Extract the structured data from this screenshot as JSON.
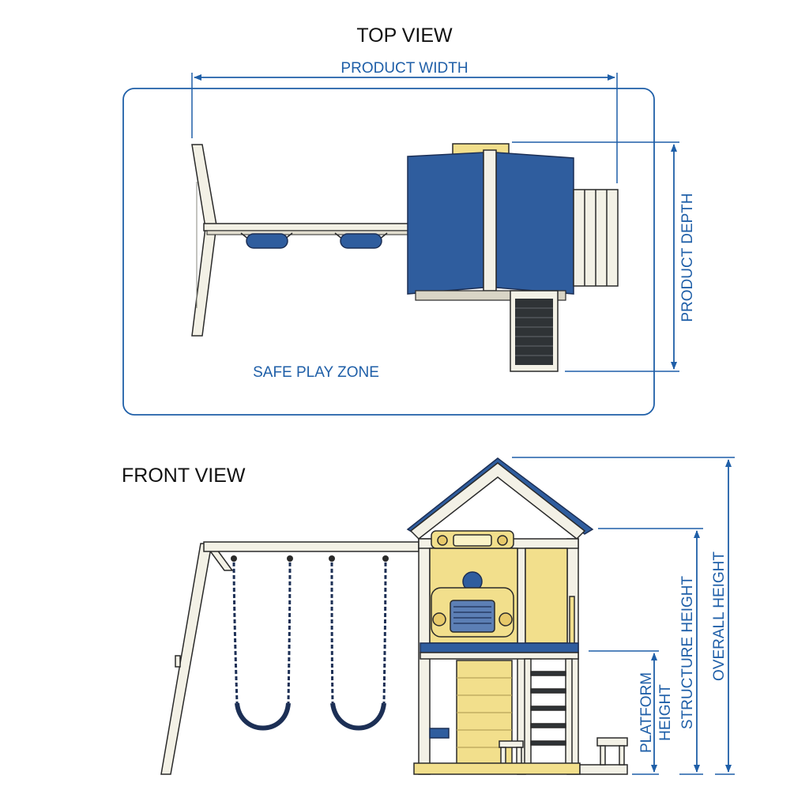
{
  "top_view": {
    "title": "TOP VIEW",
    "width_label": "PRODUCT WIDTH",
    "depth_label": "PRODUCT DEPTH",
    "zone_label": "SAFE PLAY ZONE"
  },
  "front_view": {
    "title": "FRONT VIEW",
    "overall_height_label": "OVERALL HEIGHT",
    "structure_height_label": "STRUCTURE HEIGHT",
    "platform_height_label_line1": "PLATFORM",
    "platform_height_label_line2": "HEIGHT"
  },
  "colors": {
    "dimension_blue": "#1f5fa8",
    "roof_blue": "#2f5d9e",
    "wood_white": "#f3f1e6",
    "panel_yellow": "#f2df8c",
    "ladder_dark": "#2f3336",
    "outline": "#2a2a2a"
  }
}
